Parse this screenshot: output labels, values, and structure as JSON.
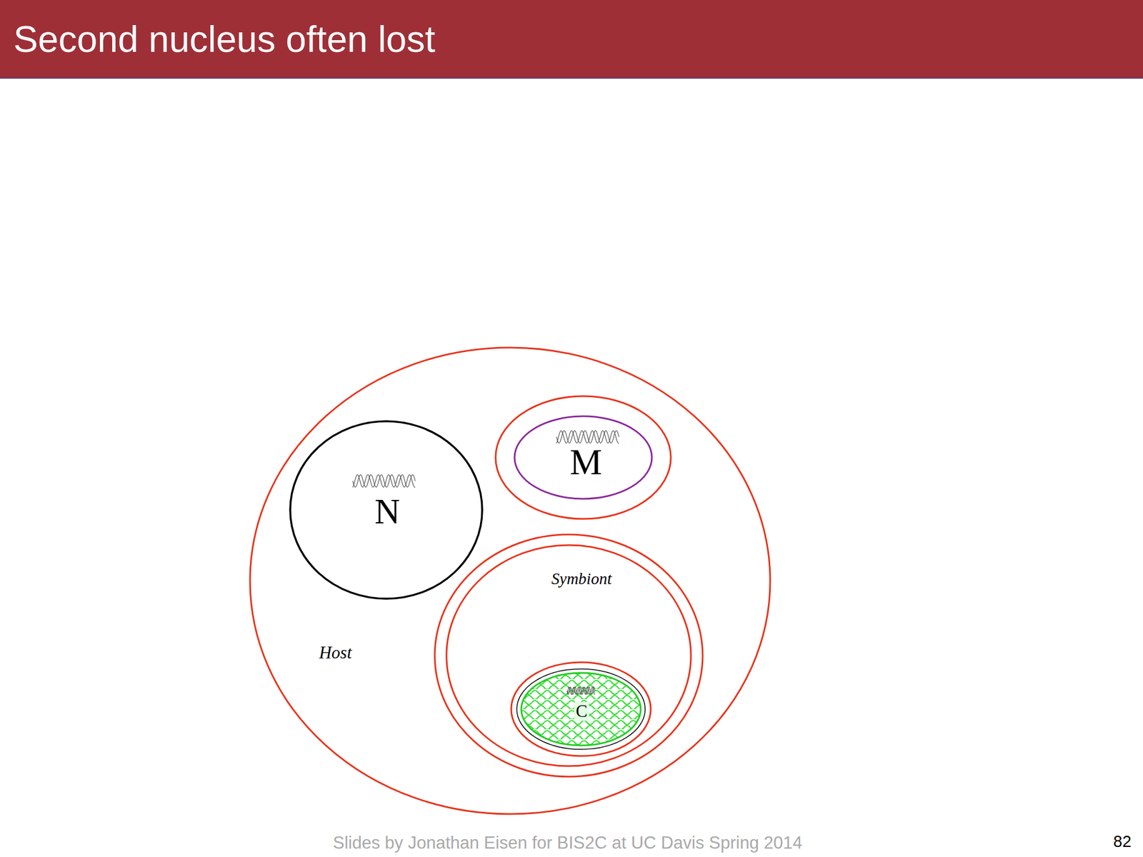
{
  "diagram": {
    "title": "Second nucleus often lost",
    "nodes": [
      {
        "text": [
          "Host"
        ]
      },
      {
        "text": [
          "N"
        ],
        "in": 0
      },
      {
        "text": [
          "M"
        ],
        "in": 0
      },
      {
        "text": [
          "Symbiont"
        ],
        "in": 0
      },
      {
        "text": [
          "C"
        ],
        "in": 3
      }
    ],
    "labels": [
      "Slides by Jonathan Eisen for BIS2C at UC Davis Spring 2014",
      "82"
    ]
  }
}
